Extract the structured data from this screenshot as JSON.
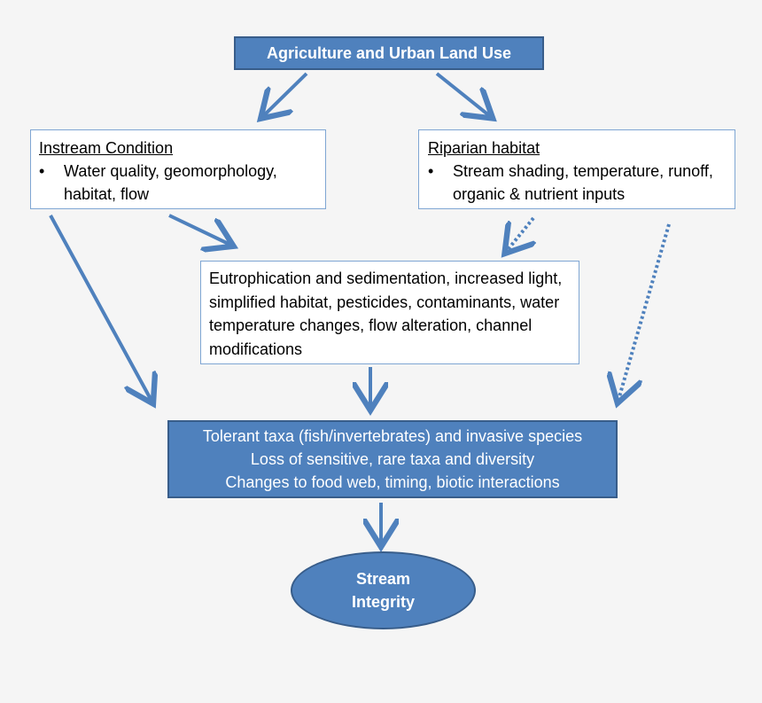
{
  "nodes": {
    "top": "Agriculture and Urban Land Use",
    "instream": {
      "heading": "Instream Condition",
      "bullet": "Water quality, geomorphology, habitat, flow"
    },
    "riparian": {
      "heading": "Riparian habitat",
      "bullet": "Stream shading, temperature, runoff, organic & nutrient inputs"
    },
    "middle": "Eutrophication and sedimentation, increased light, simplified habitat, pesticides, contaminants, water temperature changes, flow alteration, channel modifications",
    "bottom": {
      "line1": "Tolerant taxa (fish/invertebrates) and invasive species",
      "line2": "Loss of sensitive, rare taxa and diversity",
      "line3": "Changes to food web, timing, biotic interactions"
    },
    "ellipse": {
      "line1": "Stream",
      "line2": "Integrity"
    }
  },
  "bullet_symbol": "•",
  "edges": [
    {
      "from": "top",
      "to": "instream",
      "style": "solid"
    },
    {
      "from": "top",
      "to": "riparian",
      "style": "solid"
    },
    {
      "from": "instream",
      "to": "middle",
      "style": "solid"
    },
    {
      "from": "instream",
      "to": "bottom",
      "style": "solid"
    },
    {
      "from": "riparian",
      "to": "middle",
      "style": "dotted"
    },
    {
      "from": "riparian",
      "to": "bottom",
      "style": "dotted"
    },
    {
      "from": "middle",
      "to": "bottom",
      "style": "solid"
    },
    {
      "from": "bottom",
      "to": "ellipse",
      "style": "solid"
    }
  ],
  "colors": {
    "fill": "#4f81bd",
    "fill_border": "#385d8a",
    "outline_border": "#7fa6d3",
    "arrow": "#4f81bd",
    "background": "#f5f5f5"
  }
}
